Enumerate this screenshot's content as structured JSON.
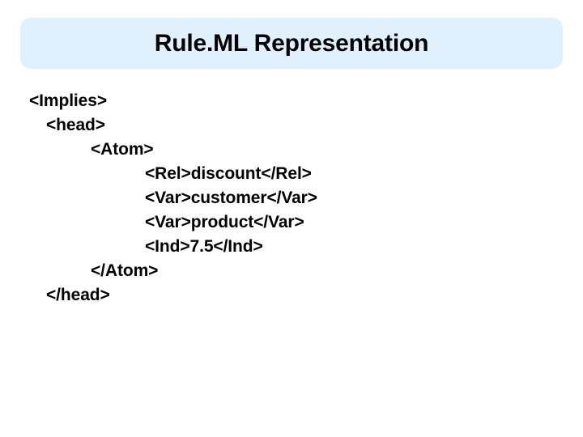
{
  "slide": {
    "title": "Rule.ML Representation",
    "banner_color": "#e0f0fc",
    "background_color": "#ffffff",
    "text_color": "#000000"
  },
  "code": {
    "language": "RuleML XML",
    "lines": [
      {
        "text": "<Implies>",
        "indent": 0
      },
      {
        "text": "<head>",
        "indent": 1
      },
      {
        "text": "<Atom>",
        "indent": 2
      },
      {
        "text": "<Rel>discount</Rel>",
        "indent": 3
      },
      {
        "text": "<Var>customer</Var>",
        "indent": 3
      },
      {
        "text": "<Var>product</Var>",
        "indent": 3
      },
      {
        "text": "<Ind>7.5</Ind>",
        "indent": 3
      },
      {
        "text": "</Atom>",
        "indent": 2
      },
      {
        "text": "</head>",
        "indent": 1
      }
    ]
  }
}
